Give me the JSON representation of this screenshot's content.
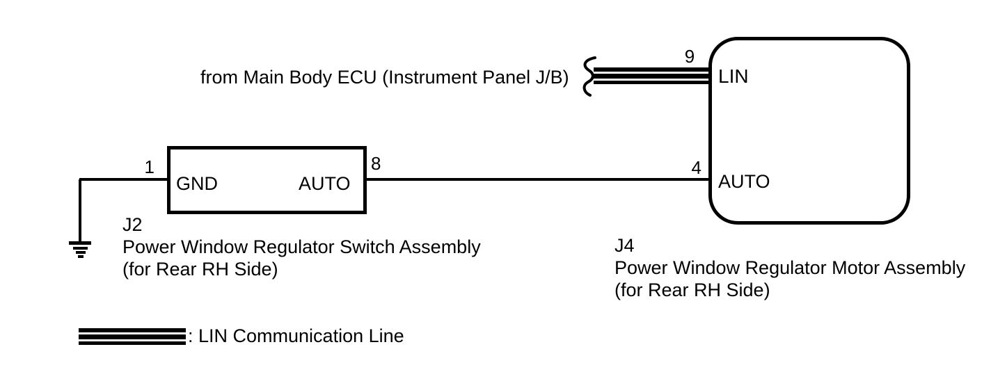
{
  "diagram": {
    "ecu_source_label": "from Main Body ECU (Instrument Panel J/B)",
    "components": {
      "switch": {
        "code": "J2",
        "name": "Power Window Regulator Switch Assembly",
        "location": "(for Rear RH Side)",
        "pins": [
          {
            "number": "1",
            "label": "GND"
          },
          {
            "number": "8",
            "label": "AUTO"
          }
        ]
      },
      "motor": {
        "code": "J4",
        "name": "Power Window Regulator Motor Assembly",
        "location": "(for Rear RH Side)",
        "pins": [
          {
            "number": "9",
            "label": "LIN"
          },
          {
            "number": "4",
            "label": "AUTO"
          }
        ]
      }
    },
    "legend": {
      "lin_line_label": ": LIN Communication Line"
    },
    "icons": {
      "ground": "earth-ground-symbol",
      "wire_break": "wire-continuation-squiggle"
    },
    "colors": {
      "line": "#000000",
      "background": "#ffffff"
    }
  }
}
